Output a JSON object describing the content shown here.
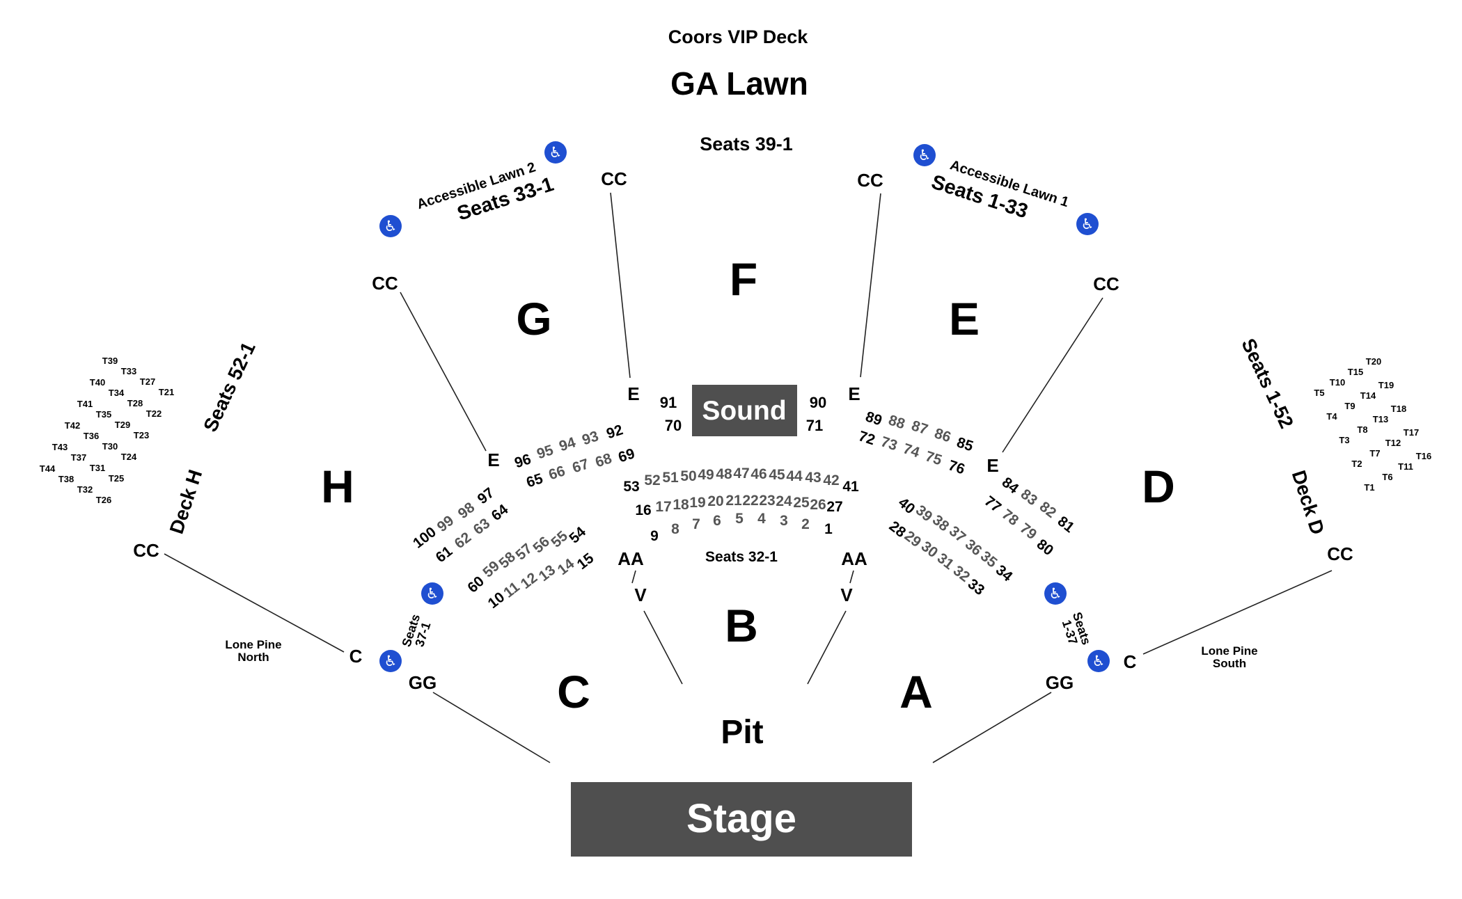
{
  "colors": {
    "accessible": "#1f4fd1",
    "block_fill": "#4f4f4f",
    "block_text": "#ffffff",
    "text": "#000000",
    "seat_gray": "#555555"
  },
  "top": {
    "coors": "Coors VIP Deck",
    "ga_lawn": "GA Lawn",
    "lawn_seats": "Seats 39-1"
  },
  "accessible_lawn_2": {
    "title": "Accessible Lawn 2",
    "seats": "Seats 33-1"
  },
  "accessible_lawn_1": {
    "title": "Accessible Lawn 1",
    "seats": "Seats 1-33"
  },
  "sections": {
    "F": "F",
    "G": "G",
    "E": "E",
    "H": "H",
    "D": "D",
    "B": "B",
    "C": "C",
    "A": "A"
  },
  "pit": "Pit",
  "stage": "Stage",
  "sound": "Sound",
  "row_labels": {
    "cc": "CC",
    "e": "E",
    "c": "C",
    "gg": "GG",
    "aa": "AA",
    "v": "V"
  },
  "deck_h": {
    "title": "Deck H",
    "seats": "Seats 52-1"
  },
  "deck_d": {
    "title": "Deck D",
    "seats": "Seats 1-52"
  },
  "lone_pine_north": [
    "Lone Pine",
    "North"
  ],
  "lone_pine_south": [
    "Lone Pine",
    "South"
  ],
  "seats_37_1": [
    "Seats",
    "37-1"
  ],
  "seats_1_37": [
    "Seats",
    "1-37"
  ],
  "seats_32_1": "Seats 32-1",
  "sound_seats": {
    "left_top": "91",
    "left_bottom": "70",
    "right_top": "90",
    "right_bottom": "71"
  },
  "seat_rows": {
    "g_outer": [
      "96",
      "95",
      "94",
      "93",
      "92"
    ],
    "g_inner": [
      "65",
      "66",
      "67",
      "68",
      "69"
    ],
    "h_outer": [
      "100",
      "99",
      "98",
      "97"
    ],
    "h_inner": [
      "61",
      "62",
      "63",
      "64"
    ],
    "c_outer": [
      "60",
      "59",
      "58",
      "57",
      "56",
      "55",
      "54"
    ],
    "c_inner": [
      "10",
      "11",
      "12",
      "13",
      "14",
      "15"
    ],
    "b_row1": [
      "53",
      "52",
      "51",
      "50",
      "49",
      "48",
      "47",
      "46",
      "45",
      "44",
      "43",
      "42",
      "41"
    ],
    "b_row2": [
      "16",
      "17",
      "18",
      "19",
      "20",
      "21",
      "22",
      "23",
      "24",
      "25",
      "26",
      "27"
    ],
    "b_row3": [
      "9",
      "8",
      "7",
      "6",
      "5",
      "4",
      "3",
      "2",
      "1"
    ],
    "e_outer": [
      "89",
      "88",
      "87",
      "86",
      "85"
    ],
    "e_inner": [
      "72",
      "73",
      "74",
      "75",
      "76"
    ],
    "d_outer": [
      "84",
      "83",
      "82",
      "81"
    ],
    "d_inner": [
      "77",
      "78",
      "79",
      "80"
    ],
    "a_outer": [
      "40",
      "39",
      "38",
      "37",
      "36",
      "35",
      "34"
    ],
    "a_inner": [
      "28",
      "29",
      "30",
      "31",
      "32",
      "33"
    ]
  },
  "tables_left": [
    "T39",
    "T33",
    "T27",
    "T21",
    "T40",
    "T34",
    "T28",
    "T22",
    "T41",
    "T35",
    "T29",
    "T23",
    "T42",
    "T36",
    "T30",
    "T24",
    "T43",
    "T37",
    "T31",
    "T25",
    "T44",
    "T38",
    "T32",
    "T26"
  ],
  "tables_right": [
    "T20",
    "T15",
    "T10",
    "T5",
    "T19",
    "T14",
    "T9",
    "T4",
    "T18",
    "T13",
    "T8",
    "T3",
    "T17",
    "T12",
    "T7",
    "T2",
    "T16",
    "T11",
    "T6",
    "T1"
  ]
}
